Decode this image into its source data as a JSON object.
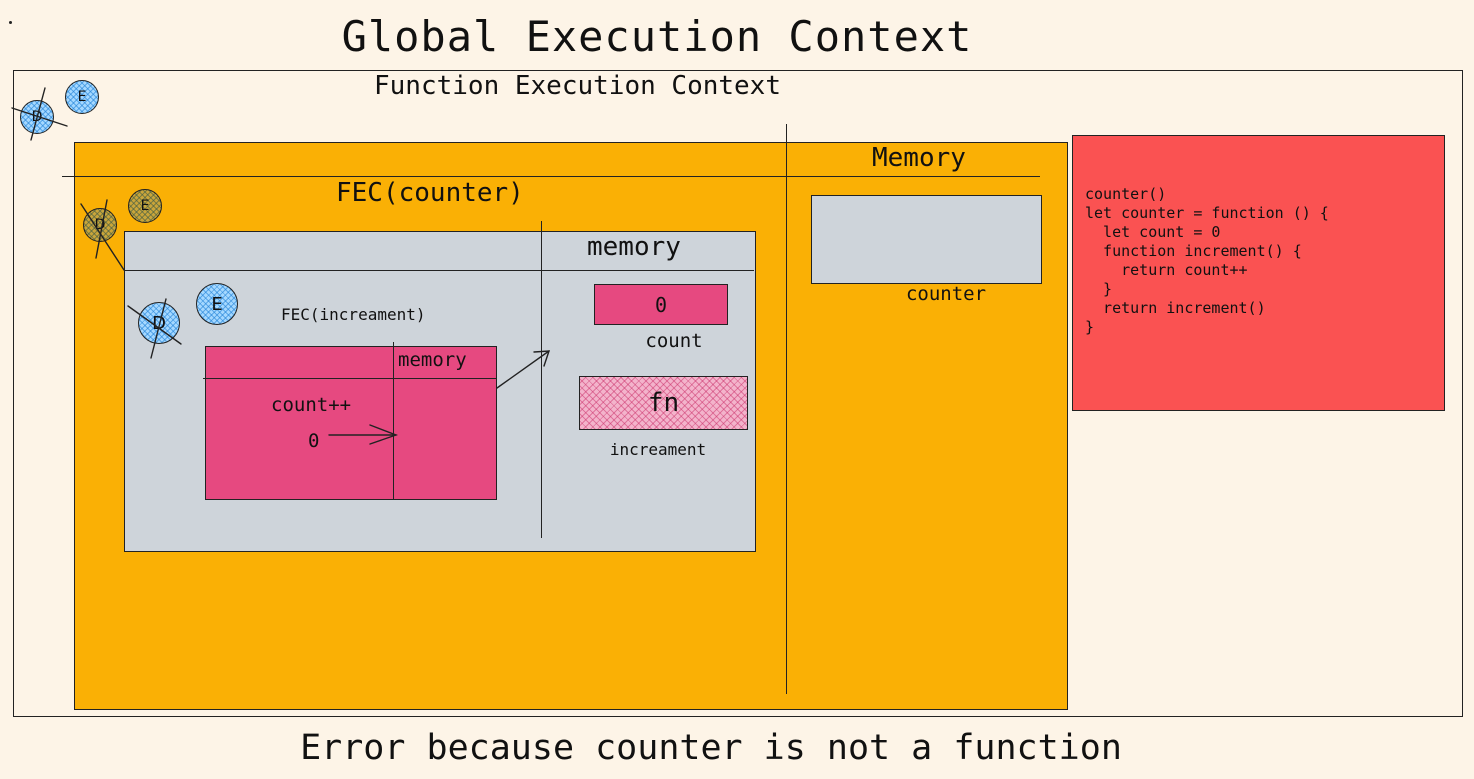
{
  "title": "Global Execution Context",
  "function_context_label": "Function Execution Context",
  "global_memory": {
    "title": "Memory",
    "slot_label": "counter"
  },
  "fec_counter": {
    "title": "FEC(counter)",
    "memory_title": "memory",
    "count_value": "0",
    "count_label": "count",
    "fn_value": "fn",
    "fn_label": "increament"
  },
  "fec_increament": {
    "title": "FEC(increament)",
    "memory_title": "memory",
    "statement": "count++",
    "value": "0"
  },
  "badges": {
    "outer_d": "D",
    "outer_e": "E",
    "counter_d": "D",
    "counter_e": "E",
    "inc_d": "D",
    "inc_e": "E"
  },
  "code": "counter()\nlet counter = function () {\n  let count = 0\n  function increment() {\n    return count++\n  }\n  return increment()\n}",
  "footer": "Error because counter is not a function",
  "colors": {
    "background": "#fdf4e7",
    "orange": "#fab005",
    "gray": "#ced4da",
    "pink": "#e64980",
    "red": "#fa5252",
    "blue_badge": "#a5d8ff",
    "olive_badge": "#c9a53a"
  }
}
